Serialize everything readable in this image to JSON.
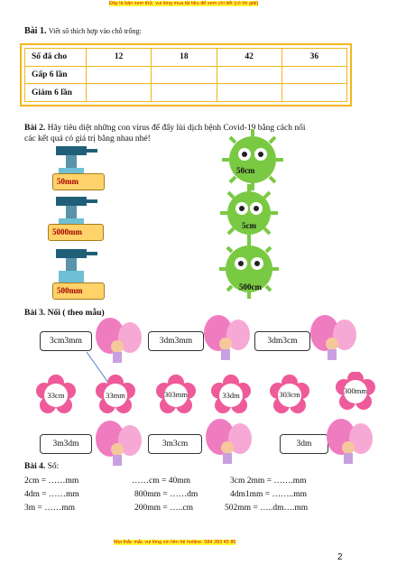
{
  "header_banner": "Đây là bản xem thử, vui lòng mua tài liệu để xem chi tiết (có lời giải)",
  "footer_banner": "Mọi thắc mắc vui lòng xin liên hệ hotline: 084 283 45 85",
  "page_number": "2",
  "bai1": {
    "label": "Bài 1.",
    "text": "Viết số thích hợp vào chỗ trống:",
    "table": {
      "rows": [
        [
          "Số đã cho",
          "12",
          "18",
          "42",
          "36"
        ],
        [
          "Gấp 6 lần",
          "",
          "",
          "",
          ""
        ],
        [
          "Giảm 6 lần",
          "",
          "",
          "",
          ""
        ]
      ]
    }
  },
  "bai2": {
    "label": "Bài 2.",
    "text_line1": "Hãy tiêu diệt những con virus để đẩy lùi dịch bệnh Covid-19 bằng cách nối",
    "text_line2": "các kết quả có giá trị bằng nhau nhé!",
    "sprays": [
      "50mm",
      "5000mm",
      "500mm"
    ],
    "viruses": [
      "50cm",
      "5cm",
      "500cm"
    ],
    "colors": {
      "virus": "#7ac943",
      "spray_body": "#5fb3c9",
      "label_bg": "#ffd36a"
    }
  },
  "bai3": {
    "label": "Bài 3. Nối ( theo mẫu)",
    "top_boxes": [
      "3cm3mm",
      "3dm3mm",
      "3dm3cm"
    ],
    "flowers": [
      "33cm",
      "33mm",
      "303mm",
      "33dm",
      "303cm",
      "300mm"
    ],
    "bottom_boxes": [
      "3m3dm",
      "3m3cm",
      "3dm"
    ],
    "colors": {
      "petal": "#ee5a9a",
      "butterfly": "#f07cc0"
    }
  },
  "bai4": {
    "label": "Bài 4.",
    "text": "Số:",
    "rows": [
      [
        "2cm = ……mm",
        "……cm = 40mm",
        "3cm 2mm = …….mm"
      ],
      [
        "4dm = ……mm",
        "800mm = ……dm",
        "4dm1mm = ……..mm"
      ],
      [
        "3m = ……mm",
        "200mm = …..cm",
        "502mm = …..dm….mm"
      ]
    ]
  }
}
